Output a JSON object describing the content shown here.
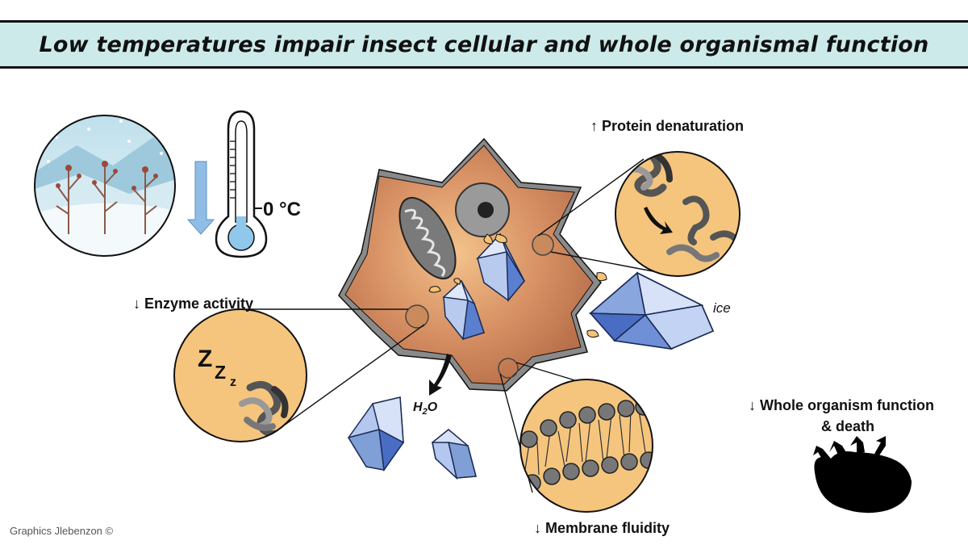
{
  "title": "Low temperatures impair insect cellular and whole organismal function",
  "thermometer_label": "0 °C",
  "labels": {
    "protein": "↑ Protein denaturation",
    "enzyme": "↓ Enzyme activity",
    "membrane": "↓ Membrane fluidity",
    "organism_line1": "↓ Whole organism function",
    "organism_line2": "& death",
    "ice": "ice",
    "water_main": "H",
    "water_sub": "2",
    "water_end": "O",
    "sleep_z1": "Z",
    "sleep_z2": "Z",
    "sleep_z3": "z"
  },
  "credit": "Graphics Jlebenzon ©",
  "colors": {
    "title_band": "#cdeaea",
    "cell_fill": "#c8835a",
    "cell_border": "#6b6b6b",
    "zoom_fill": "#f5c57e",
    "ice_fill": "#7f9fd6",
    "thermometer_fluid": "#8fc8ea",
    "arrow_down": "#8fbde6"
  }
}
